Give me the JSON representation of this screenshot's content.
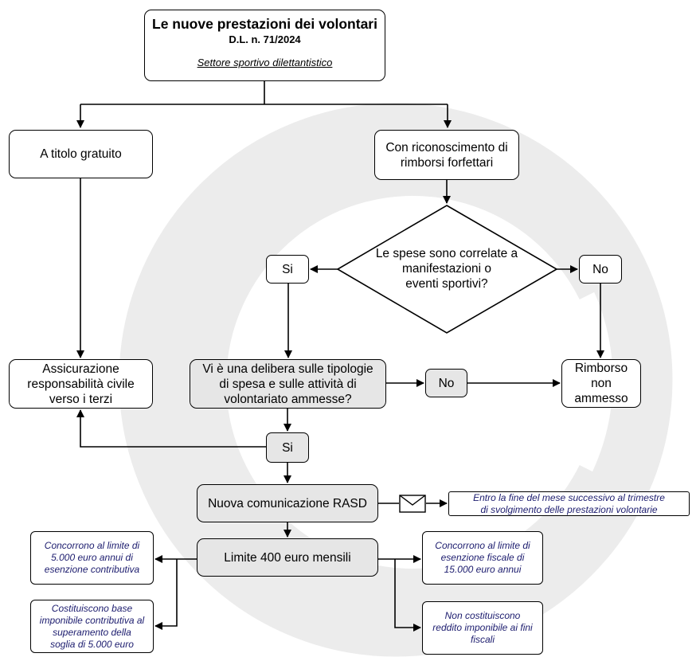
{
  "title": {
    "main": "Le nuove prestazioni dei volontari",
    "decree": "D.L. n. 71/2024",
    "sector": "Settore sportivo dilettantistico"
  },
  "nodes": {
    "gratuito": "A titolo gratuito",
    "rimborsi": [
      "Con riconoscimento di",
      "rimborsi forfettari"
    ],
    "question_spese": [
      "Le spese sono correlate a",
      "manifestazioni o",
      "eventi sportivi?"
    ],
    "si_1": "Si",
    "no_1": "No",
    "assicurazione": [
      "Assicurazione",
      "responsabilità civile",
      "verso i terzi"
    ],
    "question_delibera": [
      "Vi è una delibera sulle tipologie",
      "di spesa e sulle attività di",
      "volontariato ammesse?"
    ],
    "no_2": "No",
    "rimborso_non": [
      "Rimborso",
      "non",
      "ammesso"
    ],
    "si_2": "Si",
    "comunicazione": "Nuova comunicazione RASD",
    "comunicazione_note": [
      "Entro la fine del mese successivo al trimestre",
      "di svolgimento delle prestazioni volontarie"
    ],
    "limite": "Limite 400 euro mensili",
    "note_contributiva": [
      "Concorrono al limite di",
      "5.000 euro annui di",
      "esenzione contributiva"
    ],
    "note_base": [
      "Costituiscono base",
      "imponibile contributiva al",
      "superamento della",
      "soglia di 5.000 euro"
    ],
    "note_fiscale": [
      "Concorrono al limite di",
      "esenzione fiscale di",
      "15.000 euro annui"
    ],
    "note_reddito": [
      "Non costituiscono",
      "reddito imponibile ai fini",
      "fiscali"
    ]
  },
  "icons": {
    "envelope": "envelope-icon",
    "watermark": "copyright-watermark-icon"
  },
  "colors": {
    "node_fill_highlight": "#e6e6e6",
    "note_text": "#1c1c6e",
    "watermark": "#ececec"
  }
}
